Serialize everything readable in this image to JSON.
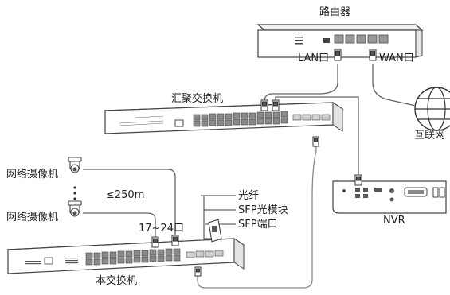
{
  "labels": {
    "router": "路由器",
    "lan_port": "LAN口",
    "wan_port": "WAN口",
    "aggregation_switch": "汇聚交换机",
    "internet": "互联网",
    "nvr": "NVR",
    "camera_1": "网络摄像机",
    "camera_2": "网络摄像机",
    "distance": "≤250m",
    "ports_range": "17~24口",
    "fiber": "光纤",
    "sfp_module": "SFP光模块",
    "sfp_port": "SFP端口",
    "access_switch": "本交换机"
  }
}
